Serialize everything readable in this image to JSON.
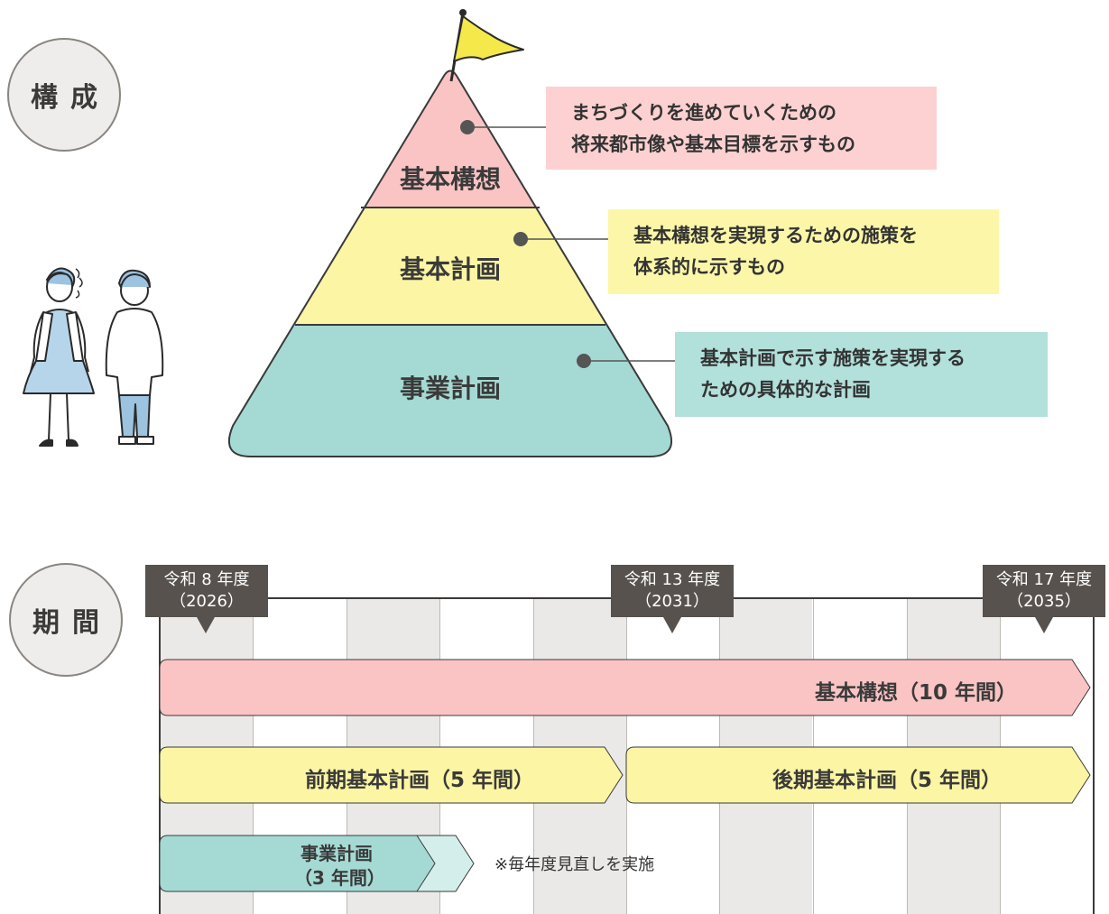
{
  "sections": {
    "structure_label": "構成",
    "period_label": "期間"
  },
  "pyramid": {
    "levels": [
      {
        "label": "基本構想",
        "color": "#fac4c4"
      },
      {
        "label": "基本計画",
        "color": "#fbf5a4"
      },
      {
        "label": "事業計画",
        "color": "#a5dad4"
      }
    ]
  },
  "callouts": [
    {
      "lines": [
        "まちづくりを進めていくための",
        "将来都市像や基本目標を示すもの"
      ],
      "color": "#fdd1d1"
    },
    {
      "lines": [
        "基本構想を実現するための施策を",
        "体系的に示すもの"
      ],
      "color": "#fcf7a8"
    },
    {
      "lines": [
        "基本計画で示す施策を実現する",
        "ための具体的な計画"
      ],
      "color": "#b2e0db"
    }
  ],
  "timeline": {
    "markers": [
      {
        "line1": "令和 8 年度",
        "line2": "（2026）"
      },
      {
        "line1": "令和 13 年度",
        "line2": "（2031）"
      },
      {
        "line1": "令和 17 年度",
        "line2": "（2035）"
      }
    ],
    "bars": {
      "vision": "基本構想（10 年間）",
      "plan_first": "前期基本計画（5 年間）",
      "plan_second": "後期基本計画（5 年間）",
      "project_line1": "事業計画",
      "project_line2": "（3 年間）"
    },
    "note": "※毎年度見直しを実施"
  },
  "colors": {
    "pink": "#fac4c4",
    "yellow": "#fbf5a4",
    "teal": "#a5dad4",
    "teal_light": "#d4eeeb",
    "marker": "#57524d"
  }
}
